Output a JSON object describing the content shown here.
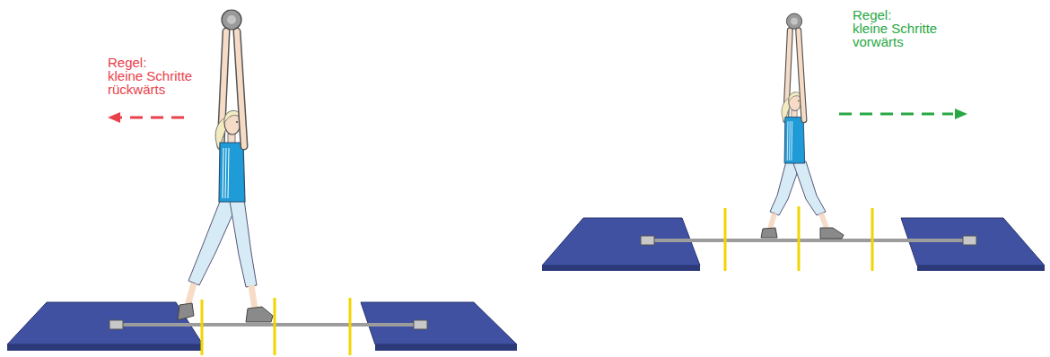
{
  "diagram": {
    "labels": [
      "Regel:",
      "kleine Schritte rückwärts",
      "Regel:",
      "kleine Schritte vorwärts"
    ]
  }
}
